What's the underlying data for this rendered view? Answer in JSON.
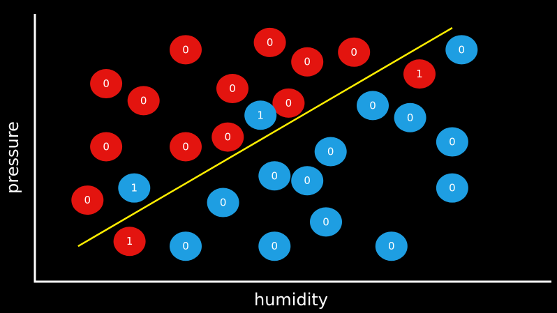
{
  "chart_data": {
    "type": "scatter",
    "title": "",
    "xlabel": "humidity",
    "ylabel": "pressure",
    "xlim": [
      0,
      100
    ],
    "ylim": [
      0,
      100
    ],
    "grid": false,
    "colors": {
      "red": "#e3140f",
      "blue": "#1e9ee2",
      "line": "#ffee00",
      "axis": "#ffffff",
      "background": "#000000"
    },
    "points": [
      {
        "x": 30,
        "y": 91,
        "label": "0",
        "color": "red"
      },
      {
        "x": 48,
        "y": 94,
        "label": "0",
        "color": "red"
      },
      {
        "x": 56,
        "y": 86,
        "label": "0",
        "color": "red"
      },
      {
        "x": 66,
        "y": 90,
        "label": "0",
        "color": "red"
      },
      {
        "x": 13,
        "y": 77,
        "label": "0",
        "color": "red"
      },
      {
        "x": 21,
        "y": 70,
        "label": "0",
        "color": "red"
      },
      {
        "x": 40,
        "y": 75,
        "label": "0",
        "color": "red"
      },
      {
        "x": 52,
        "y": 69,
        "label": "0",
        "color": "red"
      },
      {
        "x": 80,
        "y": 81,
        "label": "1",
        "color": "red"
      },
      {
        "x": 13,
        "y": 51,
        "label": "0",
        "color": "red"
      },
      {
        "x": 30,
        "y": 51,
        "label": "0",
        "color": "red"
      },
      {
        "x": 39,
        "y": 55,
        "label": "0",
        "color": "red"
      },
      {
        "x": 9,
        "y": 29,
        "label": "0",
        "color": "red"
      },
      {
        "x": 18,
        "y": 12,
        "label": "1",
        "color": "red"
      },
      {
        "x": 89,
        "y": 91,
        "label": "0",
        "color": "blue"
      },
      {
        "x": 46,
        "y": 64,
        "label": "1",
        "color": "blue"
      },
      {
        "x": 70,
        "y": 68,
        "label": "0",
        "color": "blue"
      },
      {
        "x": 78,
        "y": 63,
        "label": "0",
        "color": "blue"
      },
      {
        "x": 87,
        "y": 53,
        "label": "0",
        "color": "blue"
      },
      {
        "x": 61,
        "y": 49,
        "label": "0",
        "color": "blue"
      },
      {
        "x": 49,
        "y": 39,
        "label": "0",
        "color": "blue"
      },
      {
        "x": 56,
        "y": 37,
        "label": "0",
        "color": "blue"
      },
      {
        "x": 19,
        "y": 34,
        "label": "1",
        "color": "blue"
      },
      {
        "x": 38,
        "y": 28,
        "label": "0",
        "color": "blue"
      },
      {
        "x": 87,
        "y": 34,
        "label": "0",
        "color": "blue"
      },
      {
        "x": 60,
        "y": 20,
        "label": "0",
        "color": "blue"
      },
      {
        "x": 30,
        "y": 10,
        "label": "0",
        "color": "blue"
      },
      {
        "x": 49,
        "y": 10,
        "label": "0",
        "color": "blue"
      },
      {
        "x": 74,
        "y": 10,
        "label": "0",
        "color": "blue"
      }
    ],
    "boundary_line": {
      "x": [
        7,
        87
      ],
      "y": [
        10,
        100
      ],
      "color": "line"
    }
  }
}
